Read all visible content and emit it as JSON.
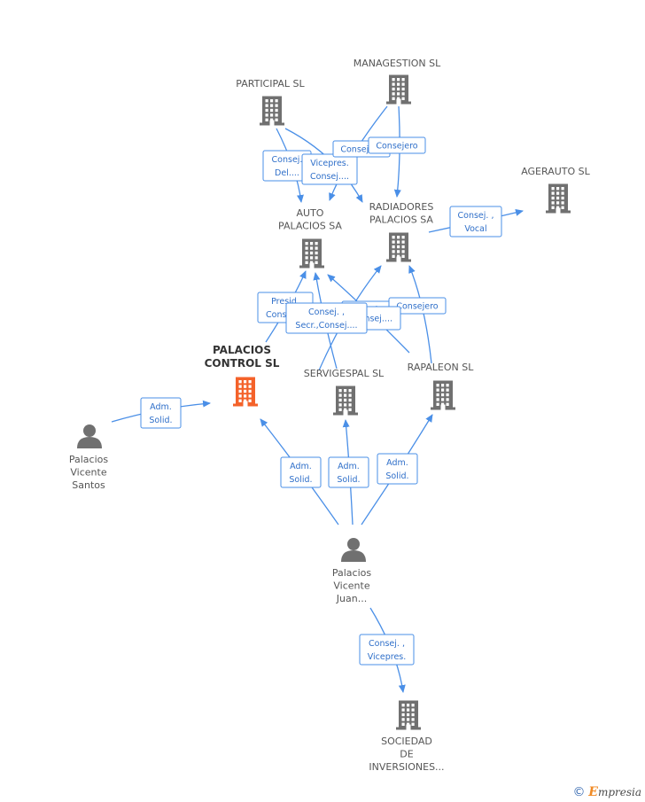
{
  "colors": {
    "edge": "#4a8fe7",
    "building": "#707070",
    "building_main": "#f4622a",
    "person": "#707070",
    "label": "#555555"
  },
  "brand": {
    "symbol": "©",
    "initial": "E",
    "rest": "mpresia"
  },
  "nodes": [
    {
      "id": "managestion",
      "type": "company",
      "lines": [
        "MANAGESTION SL"
      ]
    },
    {
      "id": "participal",
      "type": "company",
      "lines": [
        "PARTICIPAL SL"
      ]
    },
    {
      "id": "agerauto",
      "type": "company",
      "lines": [
        "AGERAUTO SL"
      ]
    },
    {
      "id": "auto",
      "type": "company",
      "lines": [
        "AUTO",
        "PALACIOS SA"
      ]
    },
    {
      "id": "radiadores",
      "type": "company",
      "lines": [
        "RADIADORES",
        "PALACIOS SA"
      ]
    },
    {
      "id": "palacios_control",
      "type": "company_main",
      "lines": [
        "PALACIOS",
        "CONTROL SL"
      ]
    },
    {
      "id": "servigespal",
      "type": "company",
      "lines": [
        "SERVIGESPAL SL"
      ]
    },
    {
      "id": "rapaleon",
      "type": "company",
      "lines": [
        "RAPALEON SL"
      ]
    },
    {
      "id": "pv_santos",
      "type": "person",
      "lines": [
        "Palacios",
        "Vicente",
        "Santos"
      ]
    },
    {
      "id": "pv_juan",
      "type": "person",
      "lines": [
        "Palacios",
        "Vicente",
        "Juan..."
      ]
    },
    {
      "id": "sociedad",
      "type": "company",
      "lines": [
        "SOCIEDAD",
        "DE",
        "INVERSIONES..."
      ]
    }
  ],
  "edge_labels": [
    {
      "id": "e-participal-auto",
      "lines": [
        "Consej.",
        "Del...."
      ]
    },
    {
      "id": "e-participal-radiadores",
      "lines": [
        "Vicepres.",
        "Consej...."
      ]
    },
    {
      "id": "e-managestion-auto",
      "lines": [
        "Consejero"
      ]
    },
    {
      "id": "e-managestion-radiadores",
      "lines": [
        "Consejero"
      ]
    },
    {
      "id": "e-radiadores-agerauto",
      "lines": [
        "Consej. ,",
        "Vocal"
      ]
    },
    {
      "id": "e-servigespal-radiadores",
      "lines": [
        "Consejero"
      ]
    },
    {
      "id": "e-rapaleon-radiadores",
      "lines": [
        "Consejero"
      ]
    },
    {
      "id": "e-rapaleon-auto",
      "lines": [
        "Consej...."
      ]
    },
    {
      "id": "e-pcontrol-auto",
      "lines": [
        "Presid.",
        "Consej...."
      ]
    },
    {
      "id": "e-servigespal-auto",
      "lines": [
        "Consej. ,",
        "Secr.,Consej...."
      ]
    },
    {
      "id": "e-santos-pcontrol",
      "lines": [
        "Adm.",
        "Solid."
      ]
    },
    {
      "id": "e-juan-pcontrol",
      "lines": [
        "Adm.",
        "Solid."
      ]
    },
    {
      "id": "e-juan-servigespal",
      "lines": [
        "Adm.",
        "Solid."
      ]
    },
    {
      "id": "e-juan-rapaleon",
      "lines": [
        "Adm.",
        "Solid."
      ]
    },
    {
      "id": "e-juan-sociedad",
      "lines": [
        "Consej. ,",
        "Vicepres."
      ]
    }
  ]
}
